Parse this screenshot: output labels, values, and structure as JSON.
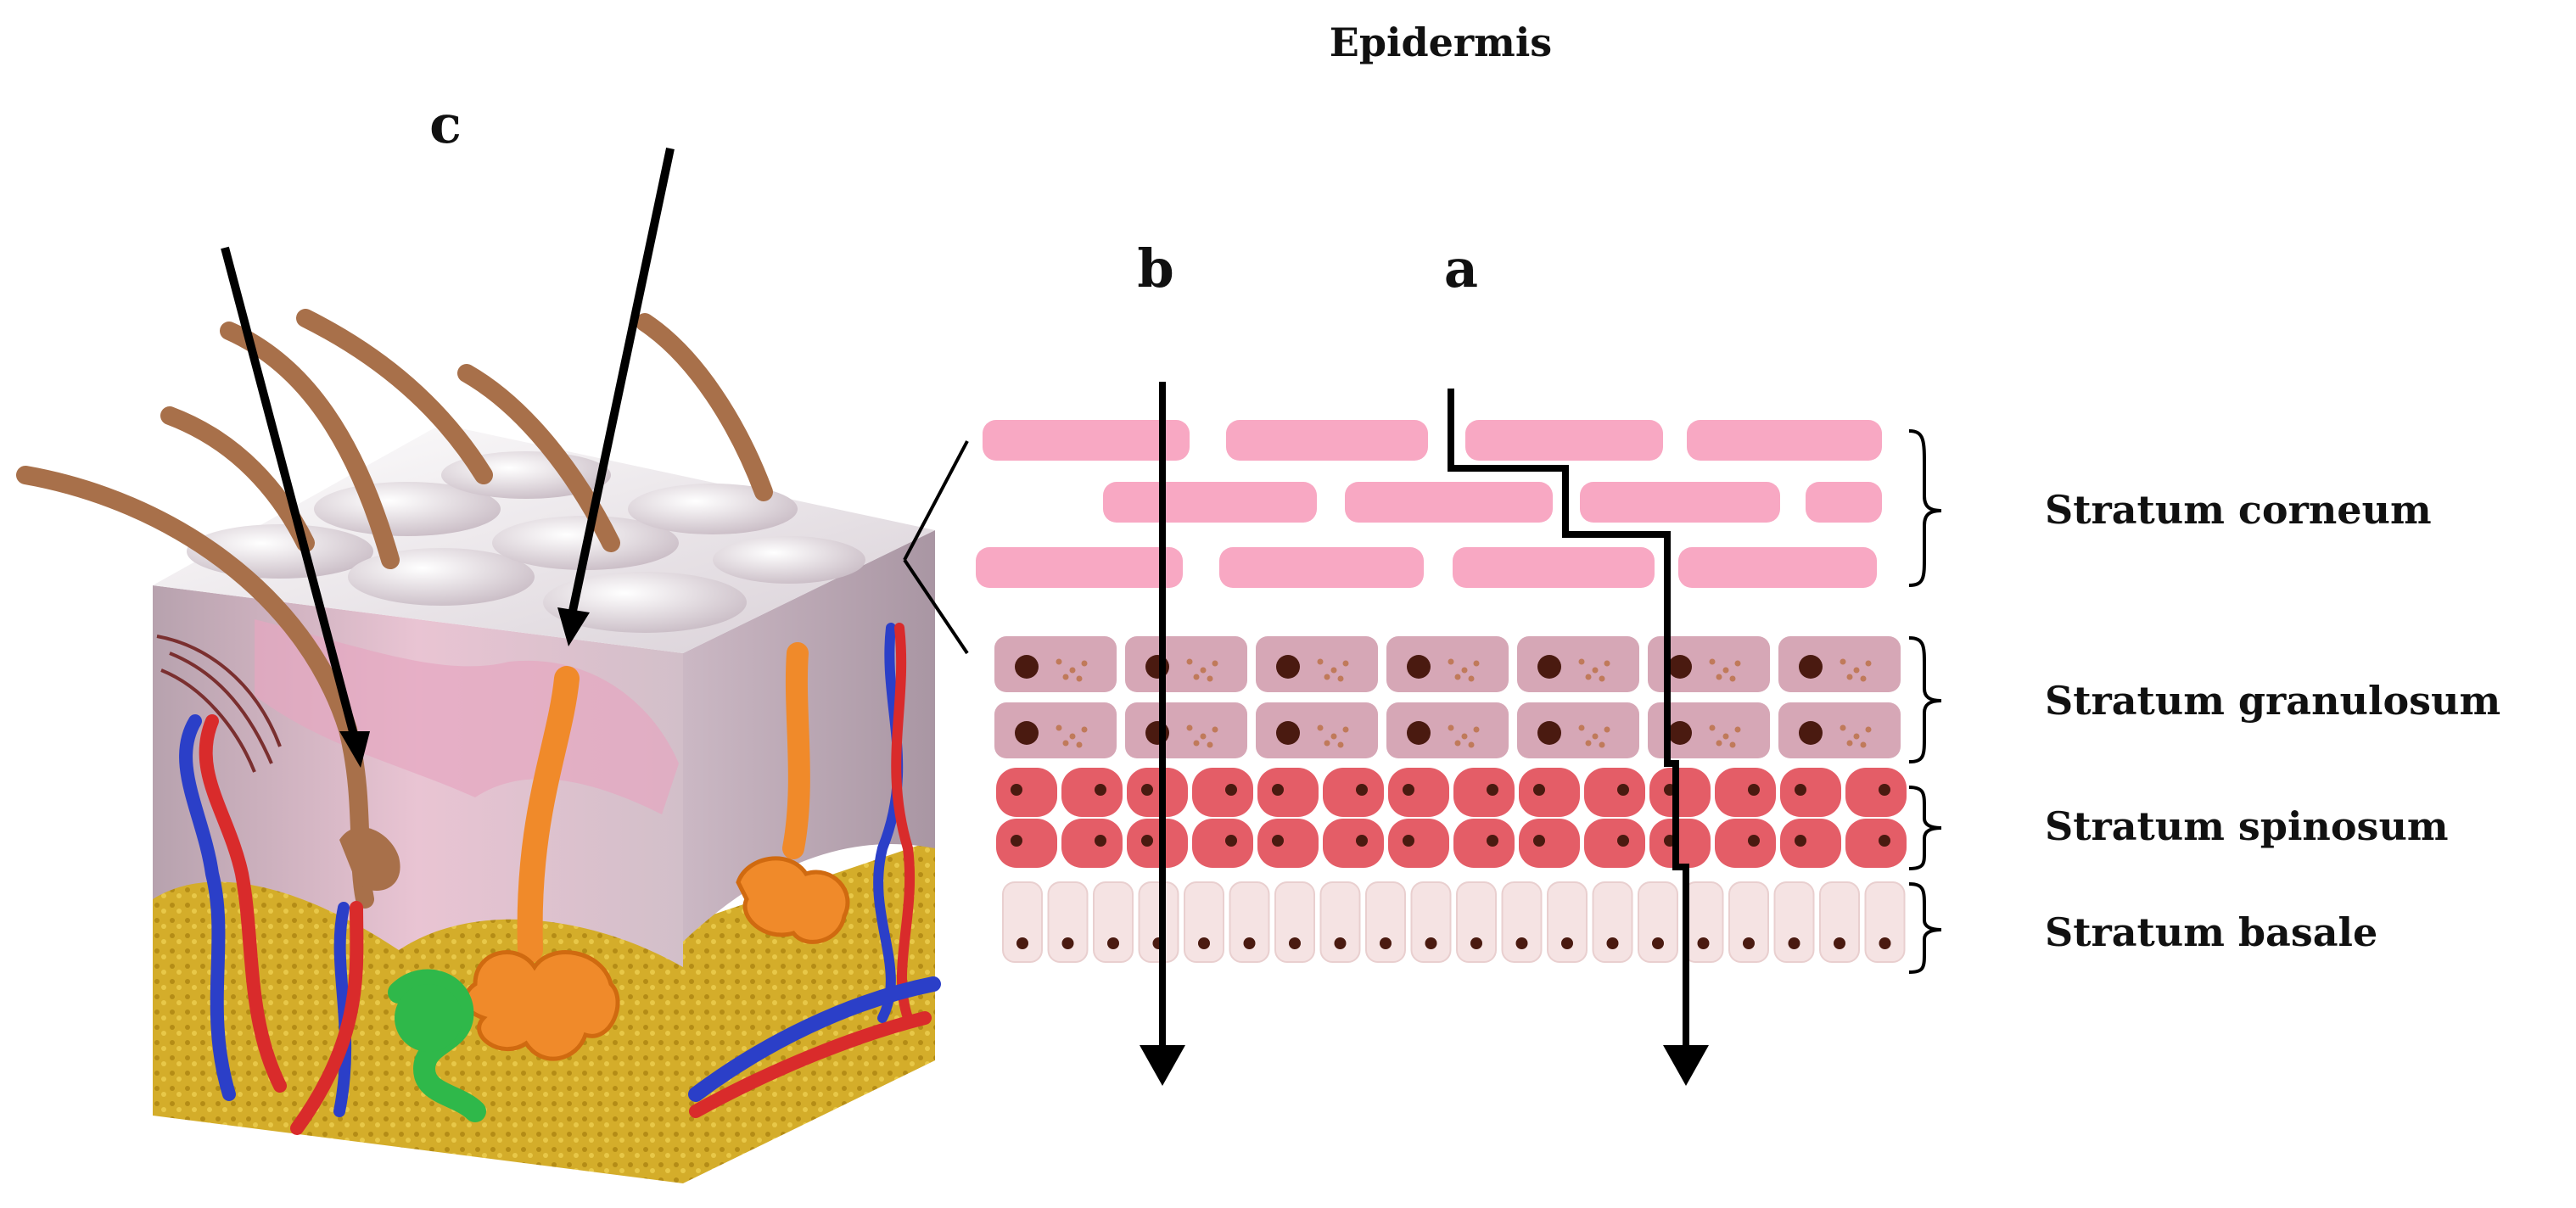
{
  "title": "Epidermis",
  "pathway_labels": {
    "a": "a",
    "b": "b",
    "c": "c"
  },
  "layers": [
    {
      "id": "corneum",
      "label": "Stratum corneum",
      "color": "#f8a8c3"
    },
    {
      "id": "granulosum",
      "label": "Stratum granulosum",
      "color": "#d6a7b6"
    },
    {
      "id": "spinosum",
      "label": "Stratum spinosum",
      "color": "#e45d67"
    },
    {
      "id": "basale",
      "label": "Stratum basale",
      "color": "#f5e3e3"
    }
  ],
  "colors": {
    "hair": "#a8704a",
    "sweat_gland": "#f08a2a",
    "sebaceous_gland": "#2fb84a",
    "artery": "#d92b2b",
    "vein": "#2b3fc8",
    "fat": "#d4ad2a",
    "dermis": "#c9b3bf",
    "skin_surface": "#e8dde4",
    "nucleus": "#4a1a10",
    "arrow": "#000000"
  },
  "icons": [
    "skin-block-illustration",
    "arrow-down-icon",
    "brace-icon"
  ]
}
